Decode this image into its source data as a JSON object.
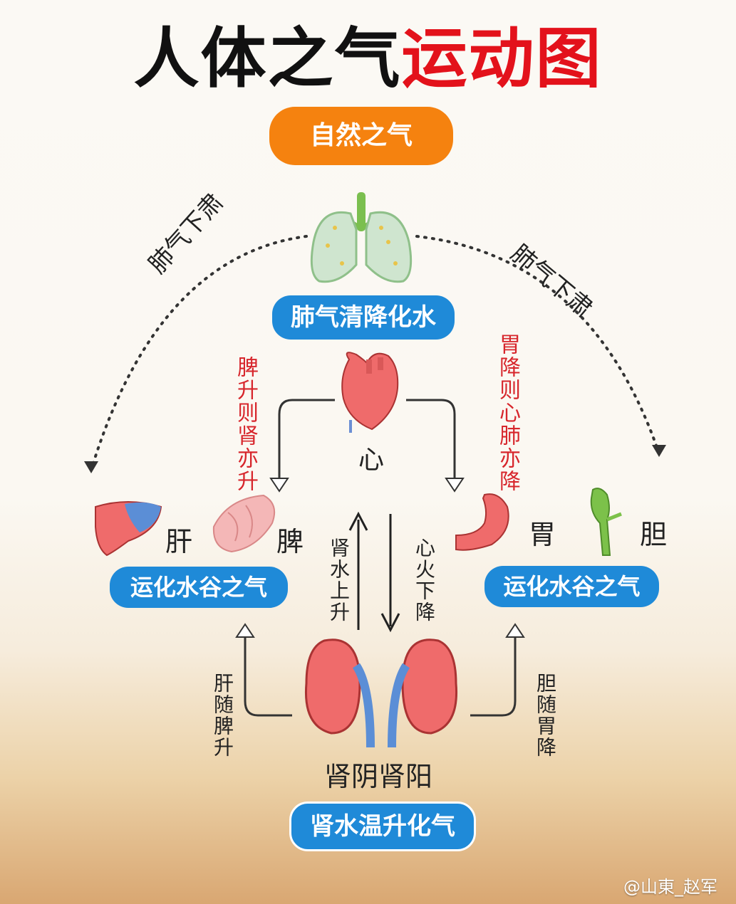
{
  "title": {
    "part1": "人体之气",
    "part2": "运动图"
  },
  "top_pill": "自然之气",
  "lung_pill": "肺气清降化水",
  "arc_left": "肺气下肃",
  "arc_right": "肺气下肃",
  "left_red": "脾升则肾亦升",
  "right_red": "胃降则心肺亦降",
  "heart_label": "心",
  "liver_label": "肝",
  "spleen_label": "脾",
  "stomach_label": "胃",
  "gallbladder_label": "胆",
  "left_pill": "运化水谷之气",
  "right_pill": "运化水谷之气",
  "center_left": "肾水上升",
  "center_right": "心火下降",
  "bottom_left": "肝随脾升",
  "bottom_right": "胆随胃降",
  "kidney_label": "肾阴肾阳",
  "bottom_pill": "肾水温升化气",
  "watermark": "@山東_赵军",
  "colors": {
    "title_red": "#e3121b",
    "orange": "#f5820f",
    "blue": "#1f8ad8",
    "red_text": "#d7262c"
  }
}
